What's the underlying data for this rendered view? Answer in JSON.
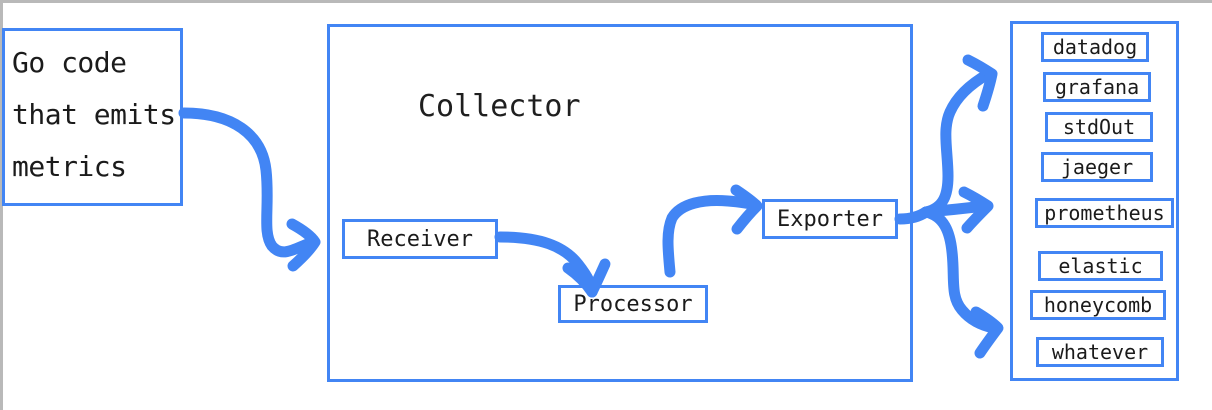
{
  "diagram": {
    "title": "OpenTelemetry Collector pipeline diagram",
    "accent_color": "#4285f4",
    "background_color": "#ffffff",
    "text_color": "#1b1b1b"
  },
  "source": {
    "name": "go-code-source",
    "lines": [
      "Go code",
      "that emits",
      "metrics"
    ],
    "text": "Go code\nthat emits\nmetrics"
  },
  "collector": {
    "title": "Collector",
    "stages": [
      {
        "id": "receiver",
        "label": "Receiver"
      },
      {
        "id": "processor",
        "label": "Processor"
      },
      {
        "id": "exporter",
        "label": "Exporter"
      }
    ]
  },
  "destinations": {
    "items": [
      {
        "label": "datadog"
      },
      {
        "label": "grafana"
      },
      {
        "label": "stdOut"
      },
      {
        "label": "jaeger"
      },
      {
        "label": "prometheus"
      },
      {
        "label": "elastic"
      },
      {
        "label": "honeycomb"
      },
      {
        "label": "whatever"
      }
    ]
  },
  "arrows": [
    {
      "name": "source-to-receiver",
      "from": "go-code-source",
      "to": "receiver"
    },
    {
      "name": "receiver-to-processor",
      "from": "receiver",
      "to": "processor"
    },
    {
      "name": "processor-to-exporter",
      "from": "processor",
      "to": "exporter"
    },
    {
      "name": "exporter-to-destinations-up",
      "from": "exporter",
      "to": "destinations"
    },
    {
      "name": "exporter-to-destinations-straight",
      "from": "exporter",
      "to": "destinations"
    },
    {
      "name": "exporter-to-destinations-down",
      "from": "exporter",
      "to": "destinations"
    }
  ]
}
